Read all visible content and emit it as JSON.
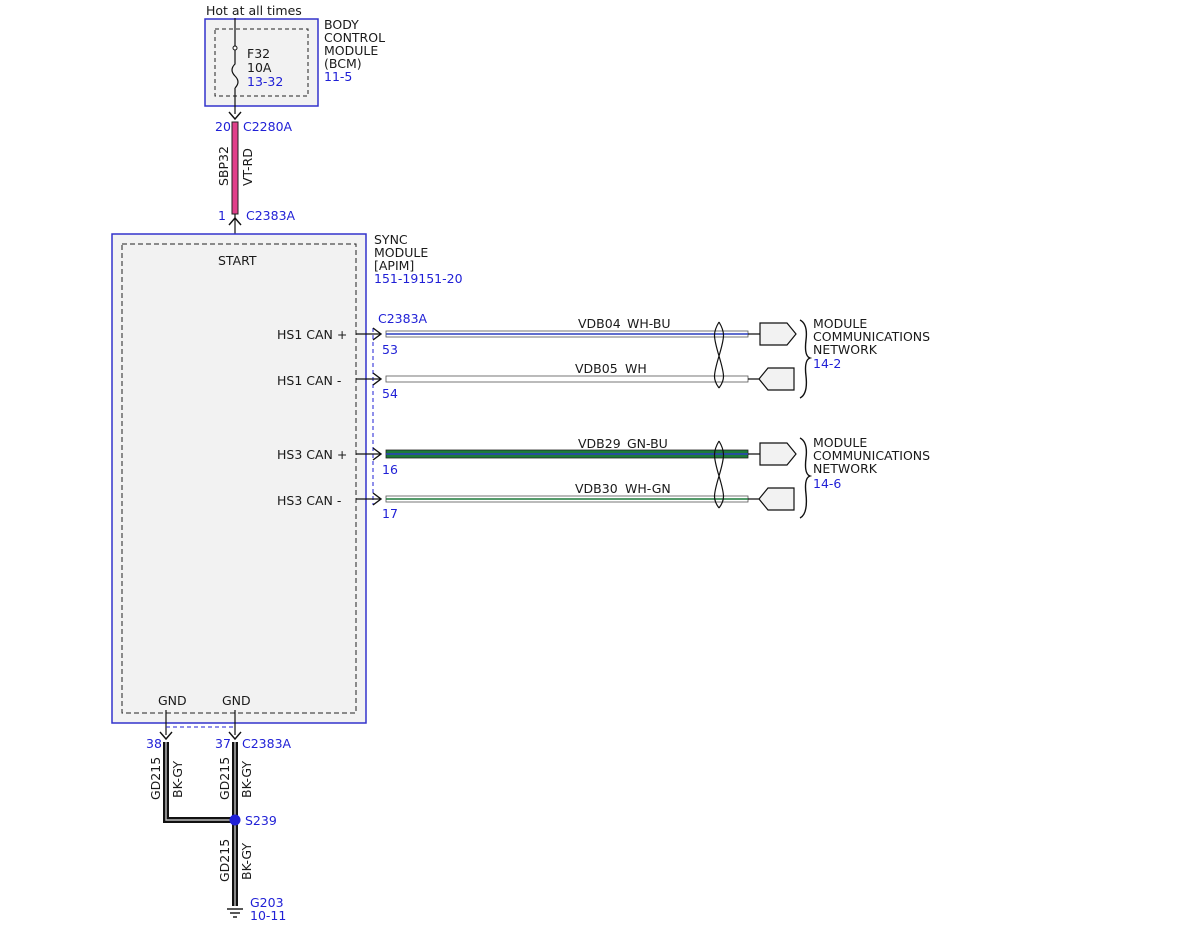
{
  "power": {
    "label": "Hot at all times"
  },
  "bcm": {
    "name_lines": [
      "BODY",
      "CONTROL",
      "MODULE",
      "(BCM)"
    ],
    "ref": "11-5",
    "fuse": {
      "id": "F32",
      "rating": "10A",
      "ref": "13-32"
    }
  },
  "sbp_wire": {
    "top_pin": "20",
    "top_connector": "C2280A",
    "circuit": "SBP32",
    "color": "VT-RD",
    "bottom_pin": "1",
    "bottom_connector": "C2383A"
  },
  "sync": {
    "name_lines": [
      "SYNC",
      "MODULE",
      "[APIM]"
    ],
    "ref": "151-19151-20",
    "start_label": "START",
    "gnd_left": "GND",
    "gnd_right": "GND",
    "signal_connector": "C2383A"
  },
  "signals": [
    {
      "label": "HS1 CAN +",
      "pin": "53",
      "circuit": "VDB04",
      "color": "WH-BU"
    },
    {
      "label": "HS1 CAN -",
      "pin": "54",
      "circuit": "VDB05",
      "color": "WH"
    },
    {
      "label": "HS3 CAN +",
      "pin": "16",
      "circuit": "VDB29",
      "color": "GN-BU"
    },
    {
      "label": "HS3 CAN -",
      "pin": "17",
      "circuit": "VDB30",
      "color": "WH-GN"
    }
  ],
  "networks": [
    {
      "lines": [
        "MODULE",
        "COMMUNICATIONS",
        "NETWORK"
      ],
      "ref": "14-2"
    },
    {
      "lines": [
        "MODULE",
        "COMMUNICATIONS",
        "NETWORK"
      ],
      "ref": "14-6"
    }
  ],
  "ground": {
    "left_pin": "38",
    "right_pin": "37",
    "connector": "C2383A",
    "left_circuit": "GD215",
    "left_color": "BK-GY",
    "right_circuit": "GD215",
    "right_color": "BK-GY",
    "splice": "S239",
    "lower_circuit": "GD215",
    "lower_color": "BK-GY",
    "ground_id": "G203",
    "ground_ref": "10-11"
  },
  "colors": {
    "module_border": "#3333cc",
    "reference_text": "#1f1fd6",
    "wire_vt_rd": "#e0408a",
    "wire_gn": "#1d7a3a",
    "wire_bu": "#2b3fbf",
    "wire_bk_gy": "#111111",
    "module_fill": "#f2f2f2",
    "splice": "#1f1fd6"
  }
}
